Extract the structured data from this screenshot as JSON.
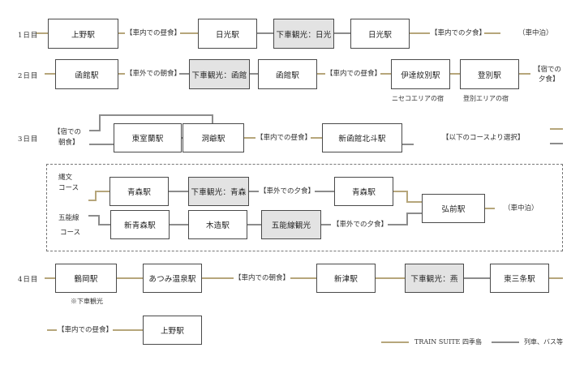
{
  "days": [
    "1日目",
    "2日目",
    "3日目",
    "4日目"
  ],
  "colors": {
    "train_suite": "#b6a67b",
    "other_transport": "#8c8c8c",
    "highlight_box": "#e3e3e3"
  },
  "row1": {
    "box1": "上野駅",
    "meal1": "【車内での昼食】",
    "box2": "日光駅",
    "box3": "下車観光：日光",
    "box4": "日光駅",
    "meal2": "【車内での夕食】",
    "stay": "（車中泊）"
  },
  "row2": {
    "box1": "函館駅",
    "meal1": "【車外での朝食】",
    "box2": "下車観光：函館",
    "box3": "函館駅",
    "meal2": "【車内での昼食】",
    "box4": "伊達紋別駅",
    "box5": "登別駅",
    "note1": "ニセコエリアの宿",
    "note2": "登別エリアの宿",
    "meal3_line1": "【宿での",
    "meal3_line2": "夕食】"
  },
  "row3": {
    "meal0_line1": "【宿での",
    "meal0_line2": "朝食】",
    "box1": "東室蘭駅",
    "box2": "洞爺駅",
    "meal1": "【車内での昼食】",
    "box3": "新函館北斗駅",
    "select": "【以下のコースより選択】"
  },
  "course_a": {
    "label_line1": "縄文",
    "label_line2": "コース",
    "box1": "青森駅",
    "box2": "下車観光：青森",
    "meal": "【車外での夕食】",
    "box3": "青森駅"
  },
  "course_b": {
    "label_line1": "五能線",
    "label_line2": "コース",
    "box1": "新青森駅",
    "box2": "木造駅",
    "box3": "五能線観光",
    "meal": "【車外での夕食】"
  },
  "merge": {
    "box": "弘前駅",
    "stay": "（車中泊）"
  },
  "row4": {
    "box1": "鶴岡駅",
    "note": "※下車観光",
    "box2": "あつみ温泉駅",
    "meal1": "【車内での朝食】",
    "box3": "新津駅",
    "box4": "下車観光：燕",
    "box5": "東三条駅"
  },
  "row5": {
    "meal": "【車内での昼食】",
    "box1": "上野駅"
  },
  "legend": {
    "train_suite": "TRAIN SUITE 四季島",
    "other": "列車、バス等"
  }
}
